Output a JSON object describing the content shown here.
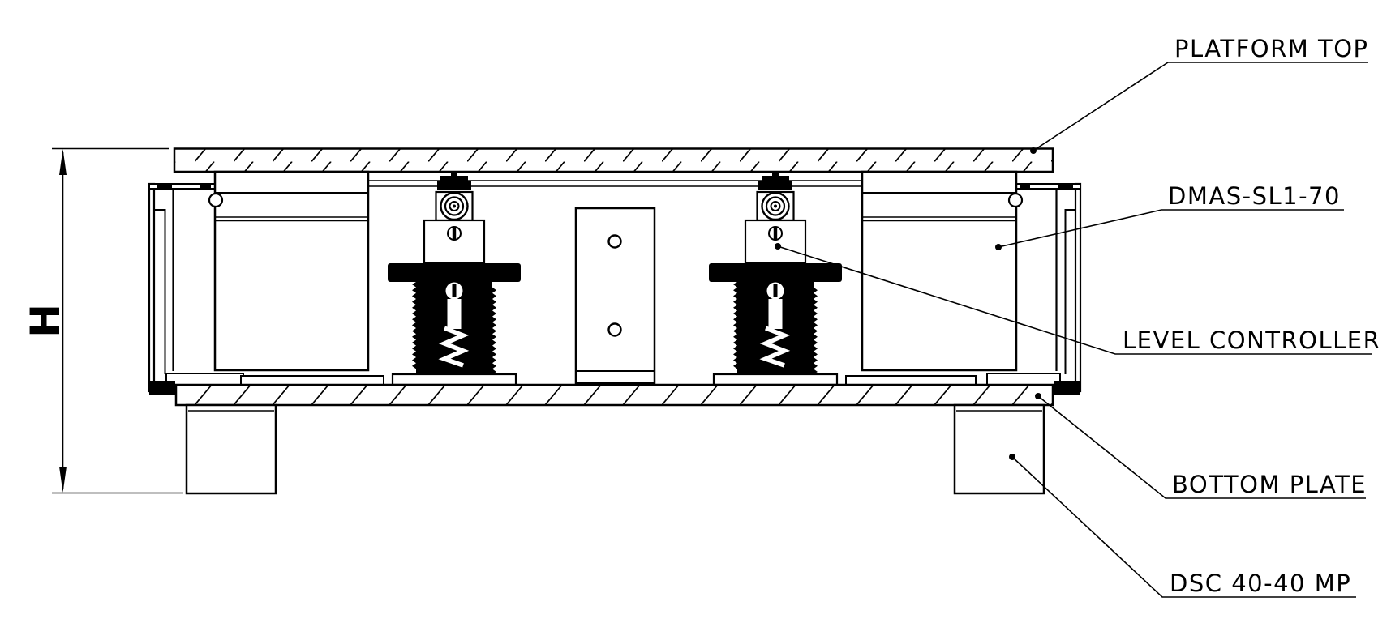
{
  "diagram": {
    "background": "#ffffff",
    "line_color": "#000000",
    "dimension_label": "H",
    "callouts": [
      {
        "id": "platform-top",
        "text": "PLATFORM TOP"
      },
      {
        "id": "dmas-isolator",
        "text": "DMAS-SL1-70"
      },
      {
        "id": "level-controller",
        "text": "LEVEL CONTROLLER"
      },
      {
        "id": "bottom-plate",
        "text": "BOTTOM PLATE"
      },
      {
        "id": "dsc-foot",
        "text": "DSC 40-40 MP"
      }
    ]
  }
}
